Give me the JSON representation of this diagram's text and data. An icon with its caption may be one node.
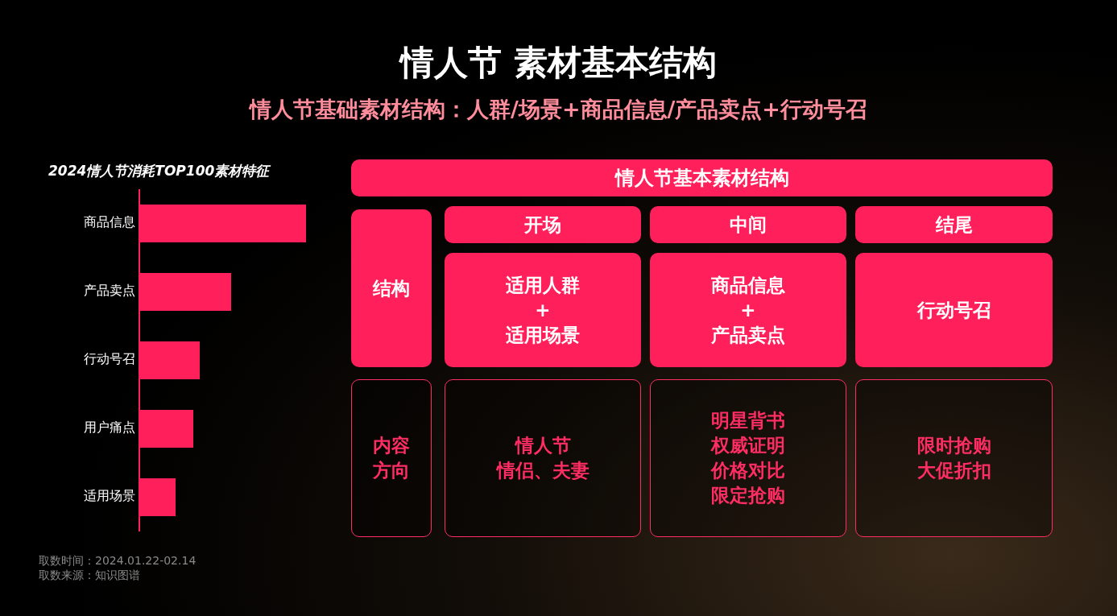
{
  "diagram": {
    "title": "情人节 素材基本结构",
    "nodes": [
      {
        "text": [
          "情人节基本素材结构"
        ]
      },
      {
        "text": [
          "结构"
        ]
      },
      {
        "text": [
          "开场"
        ]
      },
      {
        "text": [
          "中间"
        ]
      },
      {
        "text": [
          "结尾"
        ]
      },
      {
        "text": [
          "适用人群",
          "+",
          "适用场景"
        ]
      },
      {
        "text": [
          "商品信息",
          "+",
          "产品卖点"
        ]
      },
      {
        "text": [
          "行动号召"
        ]
      },
      {
        "text": [
          "内容方向"
        ]
      },
      {
        "text": [
          "情人节",
          "情侣、夫妻"
        ]
      },
      {
        "text": [
          "明星背书",
          "权威证明",
          "价格对比",
          "限定抢购"
        ]
      },
      {
        "text": [
          "限时抢购",
          "大促折扣"
        ]
      }
    ],
    "edges": [],
    "labels": [
      "情人节基础素材结构：人群/场景+商品信息/产品卖点+行动号召",
      "2024情人节消耗TOP100素材特征",
      "商品信息",
      "产品卖点",
      "行动号召",
      "用户痛点",
      "适用场景",
      "取数时间：2024.01.22-02.14",
      "取数来源：知识图谱"
    ]
  }
}
